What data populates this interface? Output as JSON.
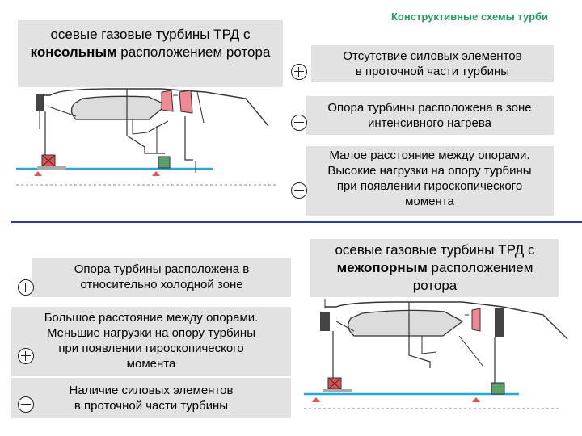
{
  "header": {
    "title": "Конструктивные схемы турби"
  },
  "cantilever": {
    "title_pre": "осевые газовые турбины ТРД с ",
    "title_bold": "консольным",
    "title_post": " расположением ротора",
    "items": [
      {
        "sign": "plus",
        "lines": [
          "Отсутствие силовых элементов",
          "в проточной части турбины"
        ]
      },
      {
        "sign": "minus",
        "lines": [
          "Опора турбины расположена в зоне",
          "интенсивного нагрева"
        ]
      },
      {
        "sign": "minus",
        "lines": [
          "Малое расстояние между опорами.",
          "Высокие нагрузки на опору турбины",
          "при появлении гироскопического",
          "момента"
        ]
      }
    ]
  },
  "between_supports": {
    "title_pre": "осевые газовые турбины ТРД с ",
    "title_bold": "межопорным",
    "title_post": " расположением ротора",
    "items": [
      {
        "sign": "plus",
        "lines": [
          "Опора турбины расположена в",
          "относительно холодной зоне"
        ]
      },
      {
        "sign": "plus",
        "lines": [
          "Большое расстояние между опорами.",
          "Меньшие нагрузки на опору турбины",
          "при появлении гироскопического",
          "момента"
        ]
      },
      {
        "sign": "minus",
        "lines": [
          "Наличие силовых элементов",
          "в проточной части турбины"
        ]
      }
    ]
  },
  "colors": {
    "header": "#1f9e5f",
    "divider": "#2f3f9e",
    "box": "#e2e2e2",
    "blade": "#f08a92",
    "water": "#2aa7d8",
    "rotor": "#dcdcdc"
  }
}
